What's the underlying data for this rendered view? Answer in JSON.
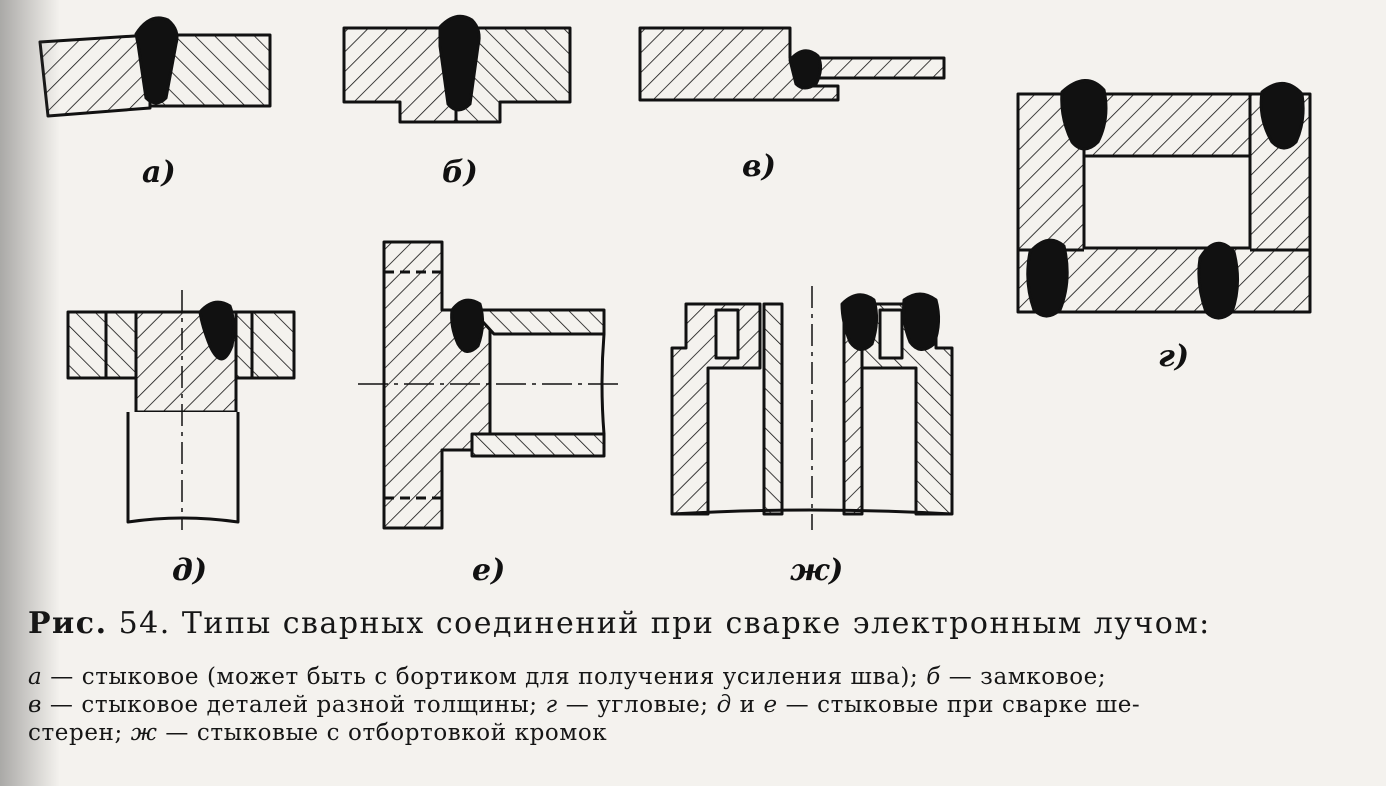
{
  "figure": {
    "labels": {
      "a": "а)",
      "b": "б)",
      "v": "в)",
      "g": "г)",
      "d": "д)",
      "e": "е)",
      "zh": "ж)"
    }
  },
  "caption": {
    "title_prefix": "Рис.",
    "title_number": "54.",
    "title_text": "Типы сварных соединений при сварке электронным лучом:",
    "line1": {
      "l_a": "а",
      "t_a": " — стыковое (может быть с бортиком для получения усиления шва); ",
      "l_b": "б",
      "t_b": " — замковое;"
    },
    "line2": {
      "l_v": "в",
      "t_v": " — стыковое деталей разной толщины; ",
      "l_g": "г",
      "t_g": " — угловые; ",
      "l_d": "д",
      "t_and": " и ",
      "l_e": "е",
      "t_e": " — стыковые при сварке ше-"
    },
    "line3": {
      "t_1": "стерен; ",
      "l_zh": "ж",
      "t_zh": " — стыковые с отбортовкой кромок"
    }
  }
}
